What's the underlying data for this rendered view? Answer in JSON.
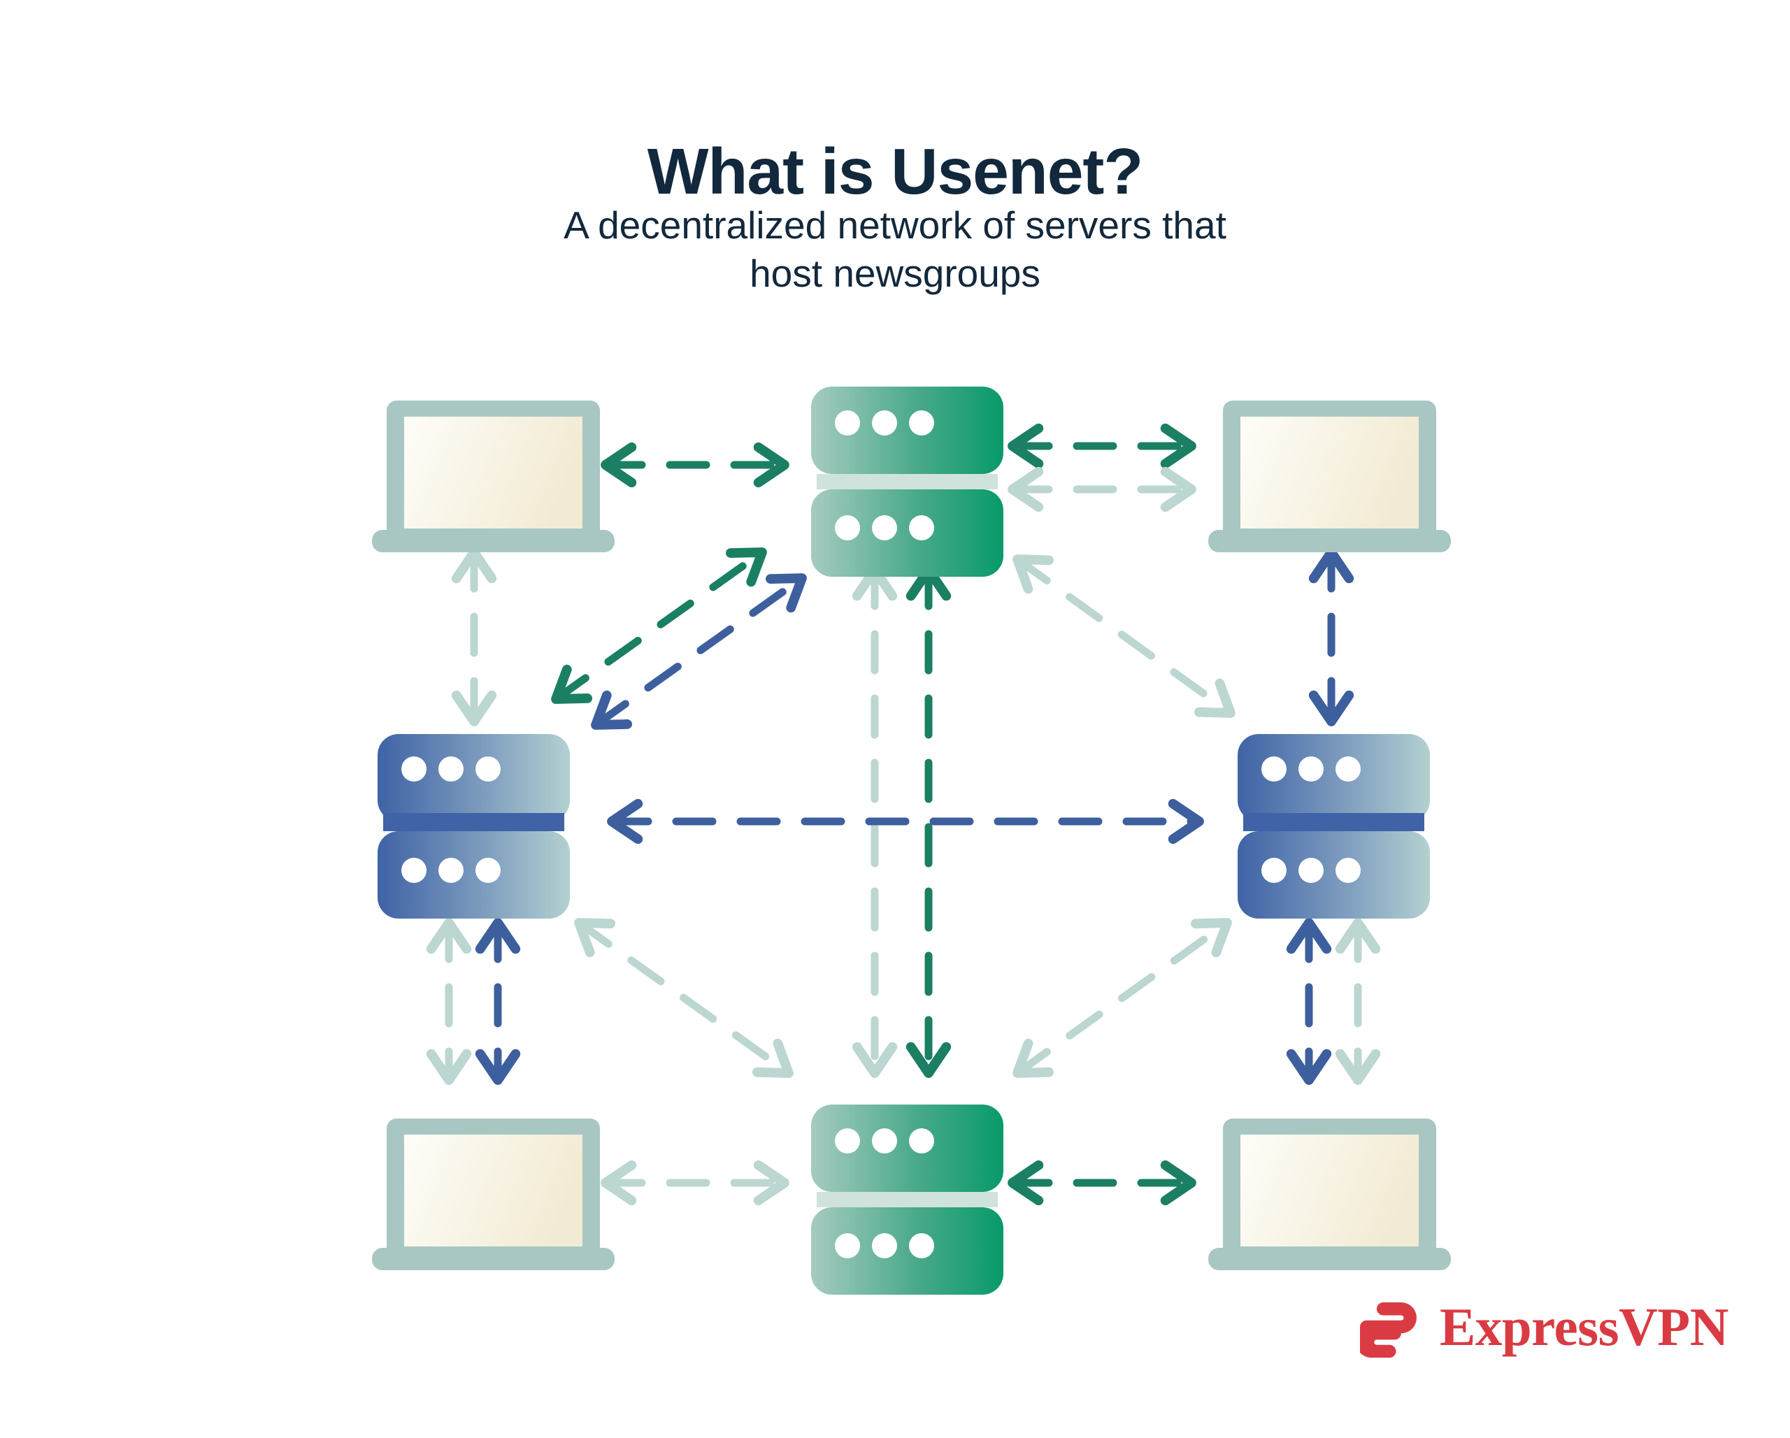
{
  "page": {
    "title": "What is Usenet?",
    "subtitle_line1": "A decentralized network of servers that",
    "subtitle_line2": "host newsgroups",
    "background_color": "#ffffff"
  },
  "colors": {
    "title_text": "#12283c",
    "subtitle_text": "#12283c",
    "arrow_green": "#1b7f63",
    "arrow_blue": "#3d5f9e",
    "arrow_pale": "#bcd6d2",
    "server_green_light": "#9ec9bd",
    "server_green_dark": "#0f9e70",
    "server_blue_dark": "#3f63a6",
    "server_blue_light": "#aecfd0",
    "laptop_frame": "#a8c7c3",
    "laptop_screen_light": "#fdfcf5",
    "laptop_screen_dark": "#f3ecd7",
    "brand_red": "#da3b42"
  },
  "diagram": {
    "type": "network-topology",
    "description": "Decentralized mesh of Usenet servers and client laptops connected by bidirectional dashed links",
    "nodes": [
      {
        "id": "laptop-top-left",
        "kind": "laptop",
        "icon": "laptop-icon",
        "row": "top",
        "col": "left"
      },
      {
        "id": "server-top-center",
        "kind": "server-green",
        "icon": "server-rack-icon",
        "row": "top",
        "col": "center"
      },
      {
        "id": "laptop-top-right",
        "kind": "laptop",
        "icon": "laptop-icon",
        "row": "top",
        "col": "right"
      },
      {
        "id": "server-middle-left",
        "kind": "server-blue",
        "icon": "server-rack-icon",
        "row": "middle",
        "col": "left"
      },
      {
        "id": "server-middle-right",
        "kind": "server-blue",
        "icon": "server-rack-icon",
        "row": "middle",
        "col": "right"
      },
      {
        "id": "laptop-bottom-left",
        "kind": "laptop",
        "icon": "laptop-icon",
        "row": "bottom",
        "col": "left"
      },
      {
        "id": "server-bottom-center",
        "kind": "server-green",
        "icon": "server-rack-icon",
        "row": "bottom",
        "col": "center"
      },
      {
        "id": "laptop-bottom-right",
        "kind": "laptop",
        "icon": "laptop-icon",
        "row": "bottom",
        "col": "right"
      }
    ],
    "links": [
      {
        "from": "laptop-top-left",
        "to": "server-top-center",
        "color": "green",
        "style": "dashed",
        "heads": "both",
        "orientation": "horizontal"
      },
      {
        "from": "server-top-center",
        "to": "laptop-top-right",
        "color": "green",
        "style": "dashed",
        "heads": "both",
        "orientation": "horizontal"
      },
      {
        "from": "server-top-center",
        "to": "laptop-top-right",
        "color": "pale",
        "style": "dashed",
        "heads": "both",
        "orientation": "horizontal"
      },
      {
        "from": "laptop-top-left",
        "to": "server-middle-left",
        "color": "pale",
        "style": "dashed",
        "heads": "both",
        "orientation": "vertical"
      },
      {
        "from": "laptop-top-right",
        "to": "server-middle-right",
        "color": "blue",
        "style": "dashed",
        "heads": "both",
        "orientation": "vertical"
      },
      {
        "from": "server-middle-left",
        "to": "server-top-center",
        "color": "green",
        "style": "dashed",
        "heads": "both",
        "orientation": "diagonal"
      },
      {
        "from": "server-middle-left",
        "to": "server-top-center",
        "color": "blue",
        "style": "dashed",
        "heads": "both",
        "orientation": "diagonal"
      },
      {
        "from": "server-top-center",
        "to": "server-middle-right",
        "color": "pale",
        "style": "dashed",
        "heads": "both",
        "orientation": "diagonal"
      },
      {
        "from": "server-top-center",
        "to": "server-bottom-center",
        "color": "green",
        "style": "dashed",
        "heads": "both",
        "orientation": "vertical"
      },
      {
        "from": "server-top-center",
        "to": "server-bottom-center",
        "color": "pale",
        "style": "dashed",
        "heads": "both",
        "orientation": "vertical"
      },
      {
        "from": "server-middle-left",
        "to": "server-middle-right",
        "color": "blue",
        "style": "dashed",
        "heads": "both",
        "orientation": "horizontal"
      },
      {
        "from": "server-middle-left",
        "to": "laptop-bottom-left",
        "color": "pale",
        "style": "dashed",
        "heads": "both",
        "orientation": "vertical"
      },
      {
        "from": "server-middle-left",
        "to": "laptop-bottom-left",
        "color": "blue",
        "style": "dashed",
        "heads": "both",
        "orientation": "vertical"
      },
      {
        "from": "server-middle-left",
        "to": "server-bottom-center",
        "color": "pale",
        "style": "dashed",
        "heads": "both",
        "orientation": "diagonal"
      },
      {
        "from": "server-bottom-center",
        "to": "server-middle-right",
        "color": "pale",
        "style": "dashed",
        "heads": "both",
        "orientation": "diagonal"
      },
      {
        "from": "server-middle-right",
        "to": "laptop-bottom-right",
        "color": "blue",
        "style": "dashed",
        "heads": "both",
        "orientation": "vertical"
      },
      {
        "from": "server-middle-right",
        "to": "laptop-bottom-right",
        "color": "pale",
        "style": "dashed",
        "heads": "both",
        "orientation": "vertical"
      },
      {
        "from": "laptop-bottom-left",
        "to": "server-bottom-center",
        "color": "pale",
        "style": "dashed",
        "heads": "both",
        "orientation": "horizontal"
      },
      {
        "from": "server-bottom-center",
        "to": "laptop-bottom-right",
        "color": "green",
        "style": "dashed",
        "heads": "both",
        "orientation": "horizontal"
      }
    ]
  },
  "logo": {
    "wordmark": "ExpressVPN",
    "mark_icon": "expressvpn-e-icon"
  }
}
